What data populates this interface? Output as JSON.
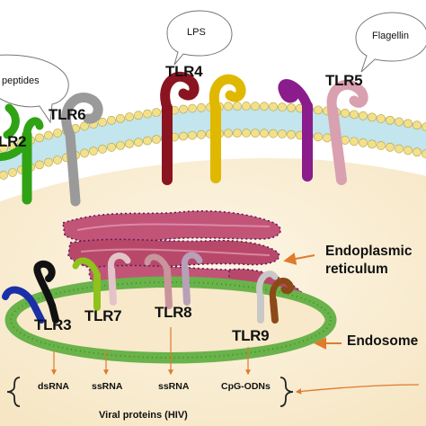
{
  "bubbles": {
    "lps": "LPS",
    "flagellin": "Flagellin",
    "peptides": "peptides"
  },
  "receptors": {
    "tlr2": "LR2",
    "tlr6": "TLR6",
    "tlr4": "TLR4",
    "tlr5": "TLR5",
    "tlr3": "TLR3",
    "tlr7": "TLR7",
    "tlr8": "TLR8",
    "tlr9": "TLR9"
  },
  "organelles": {
    "er_line1": "Endoplasmic",
    "er_line2": "reticulum",
    "endosome": "Endosome"
  },
  "ligands": {
    "dsrna": "dsRNA",
    "ssrna_1": "ssRNA",
    "ssrna_2": "ssRNA",
    "cpg": "CpG-ODNs"
  },
  "viral": "Viral proteins (HIV)",
  "colors": {
    "tlr2": "#2fa314",
    "tlr6": "#9a9a9a",
    "tlr4_a": "#8a1520",
    "tlr4_b": "#e0b800",
    "tlr5_a": "#8a1c8c",
    "tlr5_b": "#d9a0b0",
    "tlr3_a": "#1b2fa8",
    "tlr3_b": "#111111",
    "tlr7_a": "#8fc21a",
    "tlr7_b": "#e3c3c8",
    "tlr8": "#c9949c",
    "tlr9_a": "#c8c8c8",
    "tlr9_b": "#8b4a18",
    "membrane_head": "#f2e08a",
    "cytoplasm": "#fbf1dc",
    "er": "#b8486a",
    "endosome_ring": "#6ab24a",
    "arrow": "#e07a2c"
  }
}
